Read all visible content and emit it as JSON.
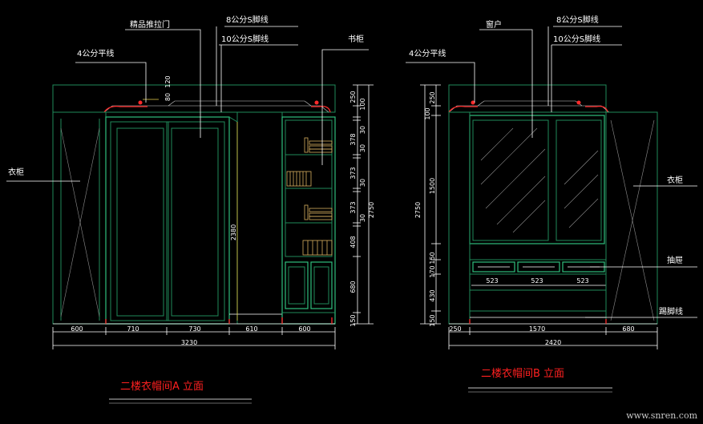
{
  "left_elevation": {
    "title": "二楼衣帽间A 立面",
    "callouts": {
      "door": "精品推拉门",
      "skirting_8": "8公分S脚线",
      "skirting_10": "10公分S脚线",
      "bookcase": "书柜",
      "flat_line": "4公分平线",
      "wardrobe": "衣柜"
    },
    "bottom_dims": [
      "600",
      "710",
      "730",
      "610",
      "600"
    ],
    "total_width": "3230",
    "door_height": "2380",
    "top_dims": [
      "80",
      "120"
    ],
    "right_dims": [
      "250",
      "100",
      "30",
      "378",
      "30",
      "373",
      "30",
      "373",
      "30",
      "408",
      "680",
      "150"
    ],
    "total_height": "2750"
  },
  "right_elevation": {
    "title": "二楼衣帽间B 立面",
    "callouts": {
      "window": "窗户",
      "skirting_8": "8公分S脚线",
      "skirting_10": "10公分S脚线",
      "flat_line": "4公分平线",
      "wardrobe": "衣柜",
      "drawer": "抽屉",
      "kick_line": "踢脚线"
    },
    "left_dims": [
      "250",
      "100",
      "1500",
      "150",
      "170",
      "430",
      "150"
    ],
    "total_height": "2750",
    "drawer_dims": [
      "523",
      "523",
      "523"
    ],
    "bottom_dims": [
      "250",
      "1570",
      "680"
    ],
    "total_width": "2420"
  },
  "watermark": "www.snren.com"
}
